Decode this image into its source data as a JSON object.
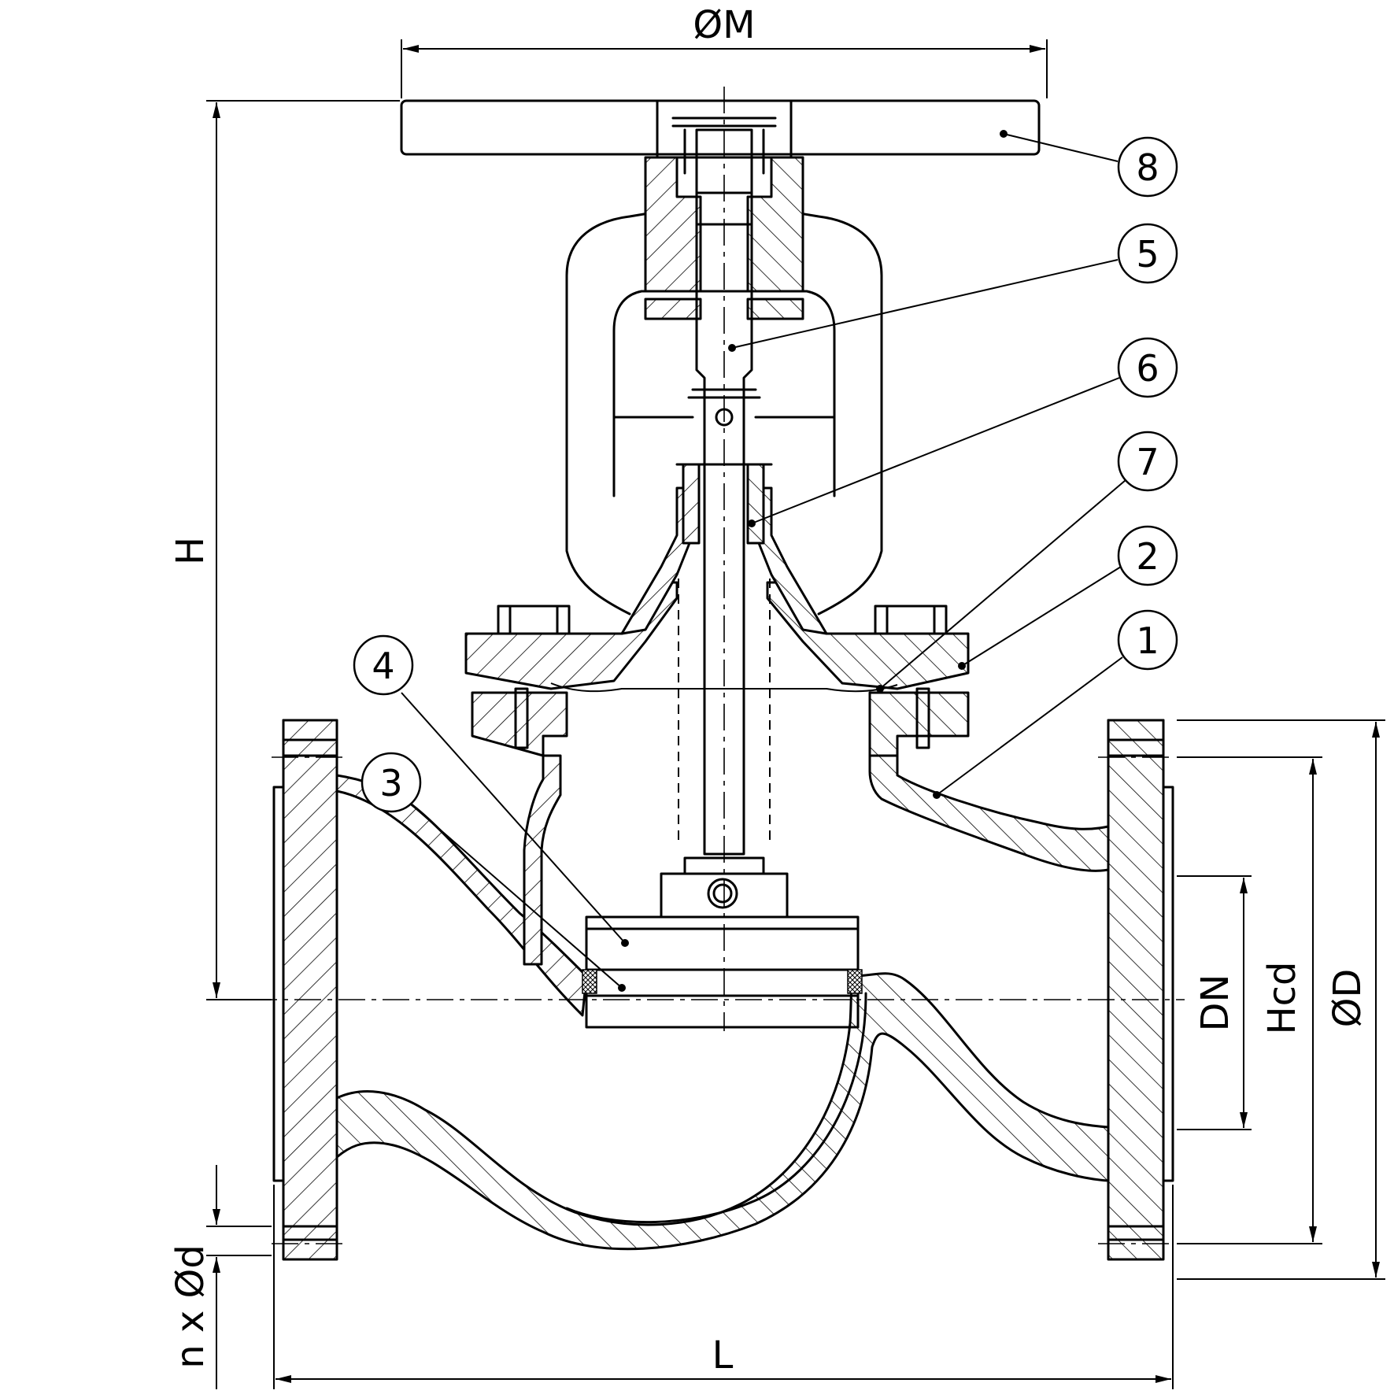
{
  "dimensions": {
    "M": "ØM",
    "H": "H",
    "L": "L",
    "DN": "DN",
    "Hcd": "Hcd",
    "D": "ØD",
    "nd": "n x Ød"
  },
  "callouts": [
    "1",
    "2",
    "3",
    "4",
    "5",
    "6",
    "7",
    "8"
  ]
}
